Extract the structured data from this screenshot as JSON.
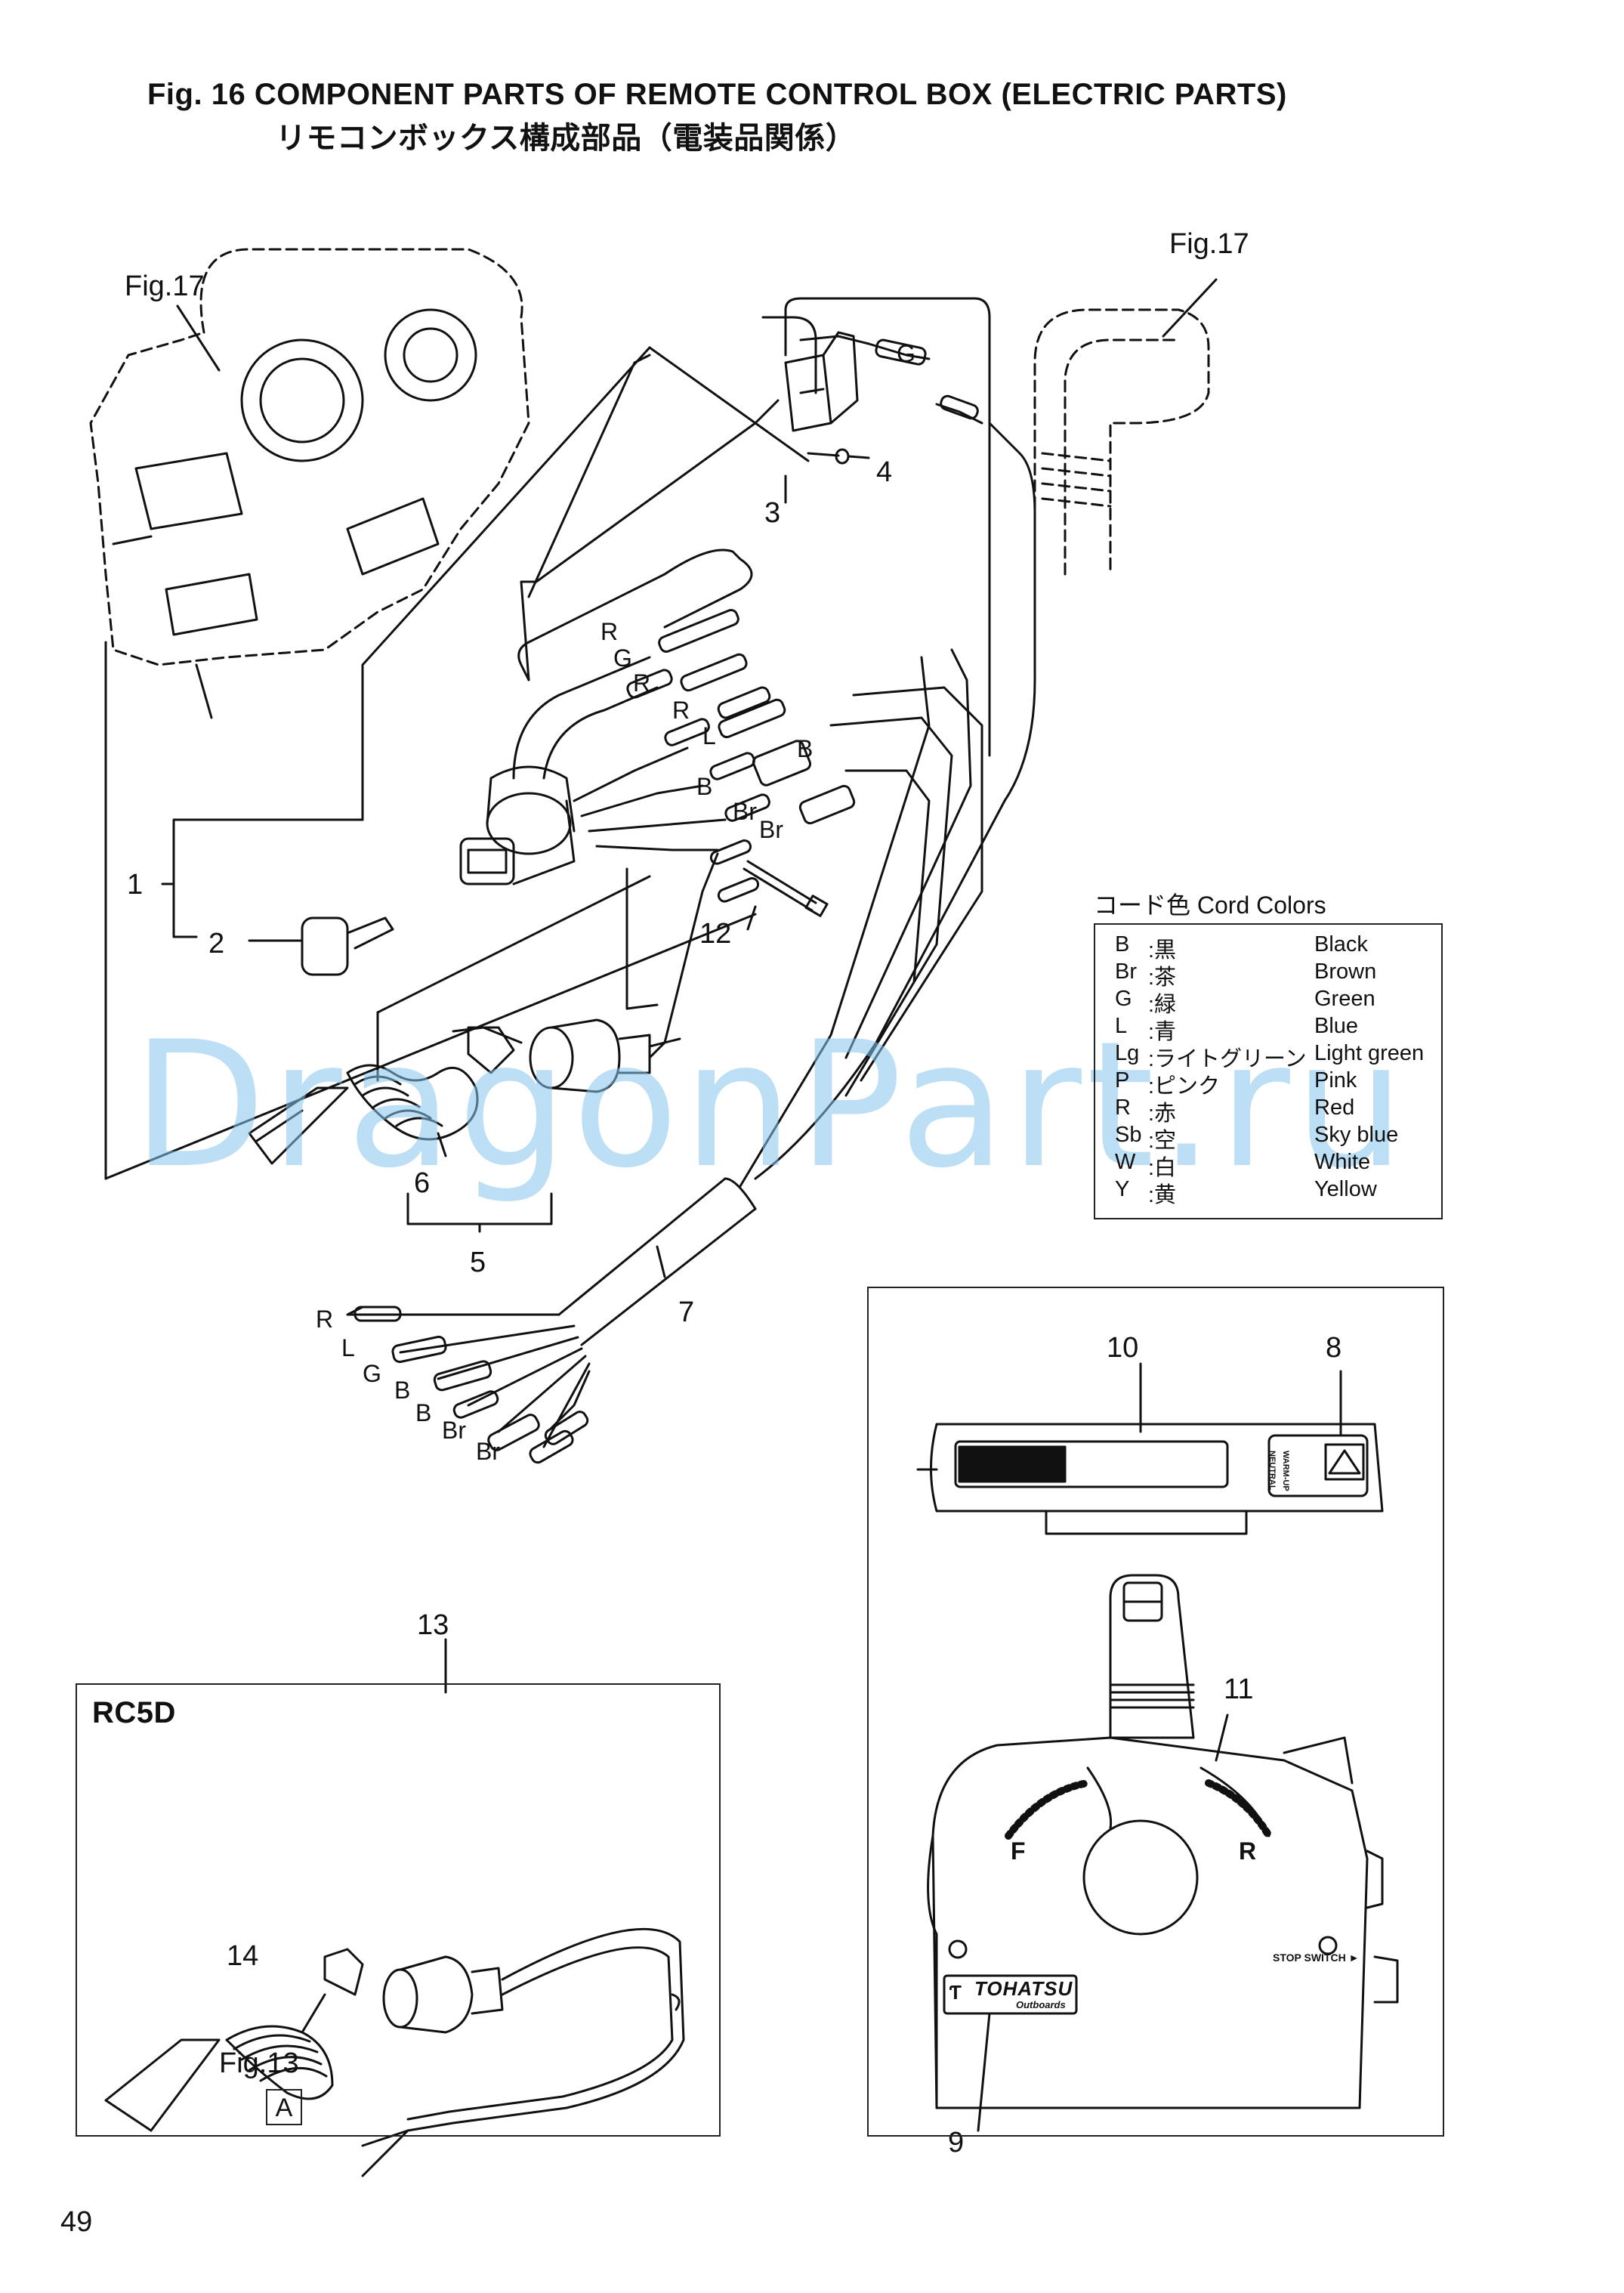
{
  "header": {
    "title_en": "Fig. 16   COMPONENT PARTS OF REMOTE CONTROL BOX (ELECTRIC PARTS)",
    "title_jp": "リモコンボックス構成部品（電装品関係）"
  },
  "refs": {
    "fig17_left": "Fig.17",
    "fig17_right": "Fig.17",
    "fig13": "Fig.13",
    "fig13_tag": "A"
  },
  "callouts": {
    "n1": "1",
    "n2": "2",
    "n3": "3",
    "n4": "4",
    "n5": "5",
    "n6": "6",
    "n7": "7",
    "n8": "8",
    "n9": "9",
    "n10": "10",
    "n11": "11",
    "n12": "12",
    "n13": "13",
    "n14": "14"
  },
  "wires_top": {
    "g_top": "G",
    "r1": "R",
    "g1": "G",
    "r2": "R",
    "r3": "R",
    "l1": "L",
    "b1": "B",
    "b2": "B",
    "br1": "Br",
    "br2": "Br"
  },
  "wires_bottom": {
    "r": "R",
    "l": "L",
    "g": "G",
    "b1": "B",
    "b2": "B",
    "br1": "Br",
    "br2": "Br"
  },
  "legend": {
    "title": "コード色 Cord Colors",
    "rows": [
      {
        "code": "B",
        "jp": ":黒",
        "en": "Black"
      },
      {
        "code": "Br",
        "jp": ":茶",
        "en": "Brown"
      },
      {
        "code": "G",
        "jp": ":緑",
        "en": "Green"
      },
      {
        "code": "L",
        "jp": ":青",
        "en": "Blue"
      },
      {
        "code": "Lg",
        "jp": ":ライトグリーン",
        "en": "Light green"
      },
      {
        "code": "P",
        "jp": ":ピンク",
        "en": "Pink"
      },
      {
        "code": "R",
        "jp": ":赤",
        "en": "Red"
      },
      {
        "code": "Sb",
        "jp": ":空",
        "en": "Sky blue"
      },
      {
        "code": "W",
        "jp": ":白",
        "en": "White"
      },
      {
        "code": "Y",
        "jp": ":黄",
        "en": "Yellow"
      }
    ]
  },
  "inset_rc5d": {
    "label": "RC5D"
  },
  "remote_box": {
    "brand": "TOHATSU",
    "brand_sub": "Outboards",
    "stop_switch": "STOP SWITCH ►",
    "neutral": "NEUTRAL",
    "warmup": "WARM-UP",
    "forward": "F",
    "reverse": "R"
  },
  "watermark": "DragonPart.ru",
  "page_number": "49",
  "colors": {
    "line": "#111111",
    "watermark": "#86c6ee"
  }
}
